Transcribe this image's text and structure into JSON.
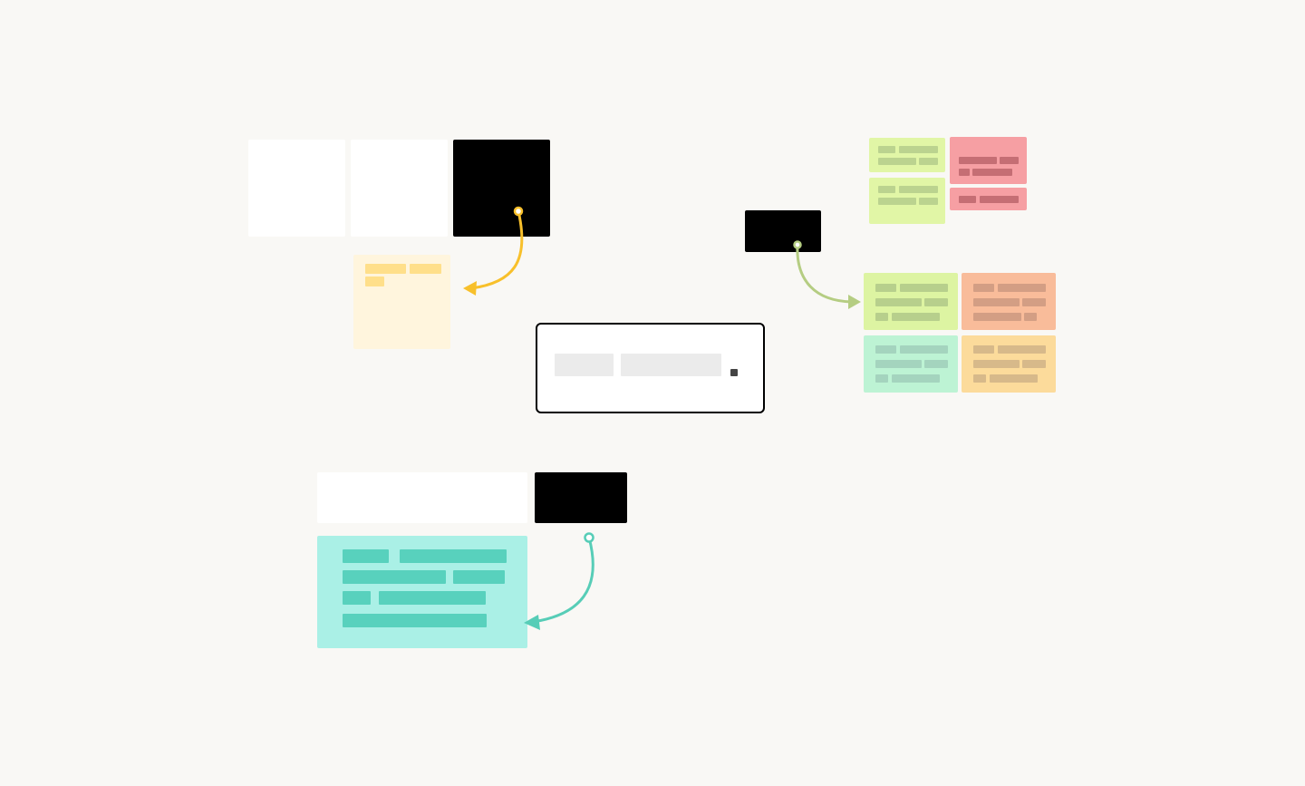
{
  "colors": {
    "background": "#f9f8f5",
    "card_white": "#ffffff",
    "card_black": "#000000",
    "yellow_note": "#fff5dd",
    "yellow_bar": "#ffdf8a",
    "yellow_arrow": "#f8c02b",
    "green_arrow": "#b5cd82",
    "teal_arrow": "#57cdb7",
    "teal_note": "#aaf0e6",
    "teal_bar": "#58d1bd",
    "placeholder_box_border": "#000000",
    "placeholder_fill": "#ebebeb",
    "cursor_square": "#444444"
  },
  "sticky_notes": [
    {
      "name": "sticky-green-1",
      "fill": "#e1f6a6",
      "bar": "#bbd38f"
    },
    {
      "name": "sticky-green-2",
      "fill": "#e1f6a6",
      "bar": "#bbd38f"
    },
    {
      "name": "sticky-pink-1",
      "fill": "#f69fa3",
      "bar": "#c56e74"
    },
    {
      "name": "sticky-pink-2",
      "fill": "#f69fa3",
      "bar": "#c56e74"
    },
    {
      "name": "sticky-lime",
      "fill": "#ddf4a2",
      "bar": "#b7cf8c"
    },
    {
      "name": "sticky-orange",
      "fill": "#f9bc9a",
      "bar": "#d39e84"
    },
    {
      "name": "sticky-mint",
      "fill": "#bdf3d4",
      "bar": "#a4d4be"
    },
    {
      "name": "sticky-peach",
      "fill": "#fcdb9b",
      "bar": "#d7b98a"
    }
  ]
}
